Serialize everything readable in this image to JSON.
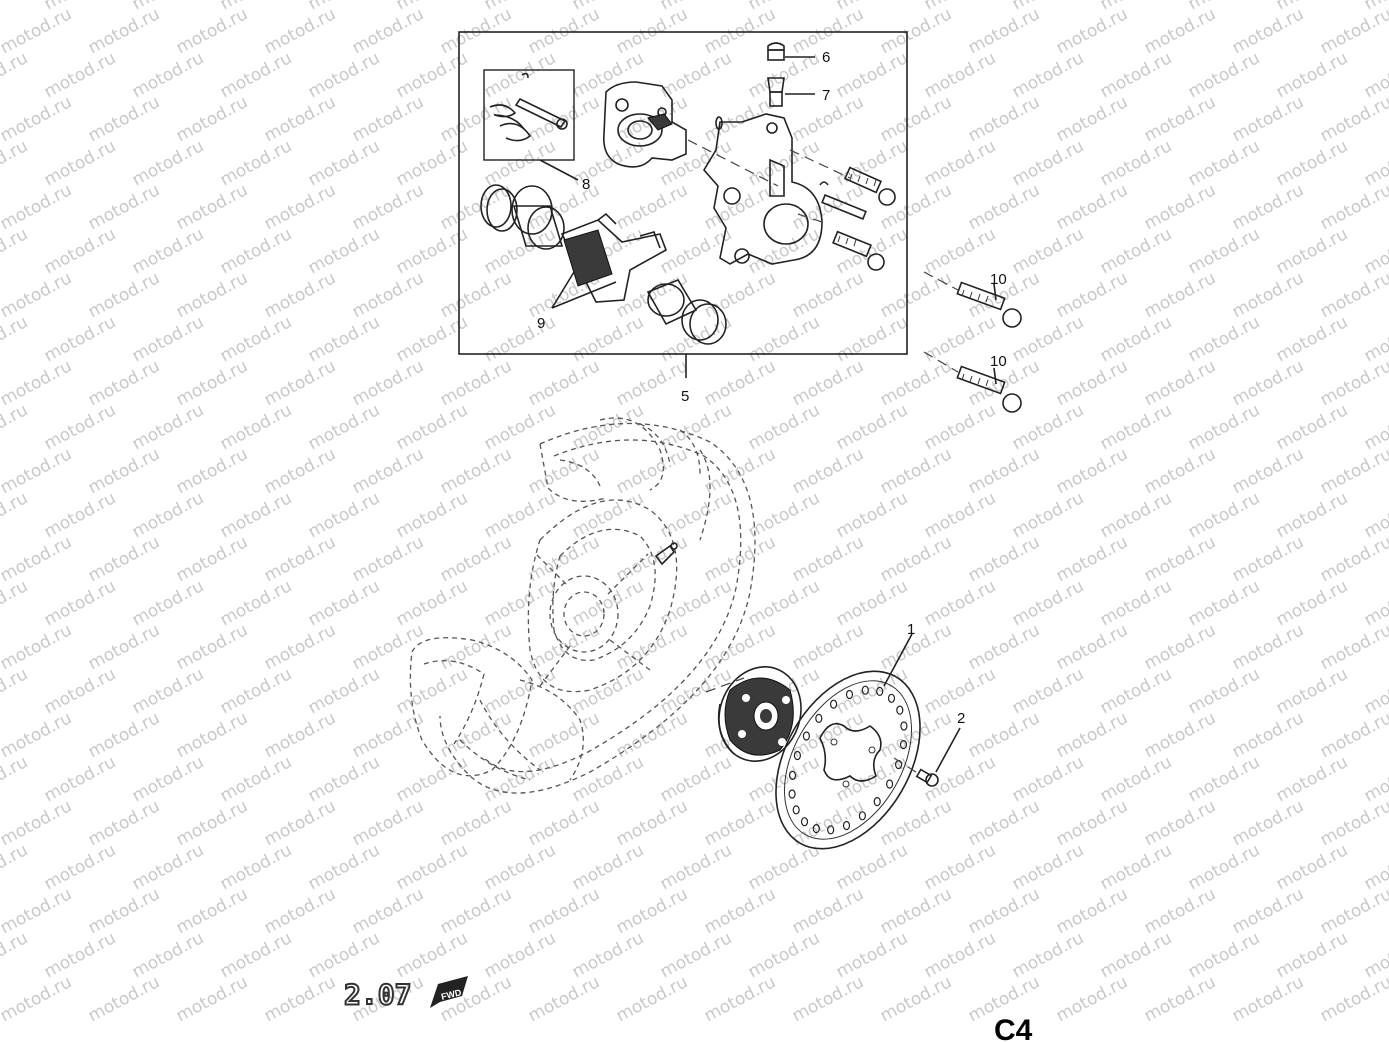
{
  "watermark": {
    "text": "motod.ru"
  },
  "callouts": [
    {
      "id": "1",
      "label": "1"
    },
    {
      "id": "2",
      "label": "2"
    },
    {
      "id": "5",
      "label": "5"
    },
    {
      "id": "6",
      "label": "6"
    },
    {
      "id": "7",
      "label": "7"
    },
    {
      "id": "8",
      "label": "8"
    },
    {
      "id": "9",
      "label": "9"
    },
    {
      "id": "10a",
      "label": "10"
    },
    {
      "id": "10b",
      "label": "10"
    }
  ],
  "page_code": "C4",
  "stamp": {
    "text": "2.07",
    "fwd_label": "FWD"
  }
}
